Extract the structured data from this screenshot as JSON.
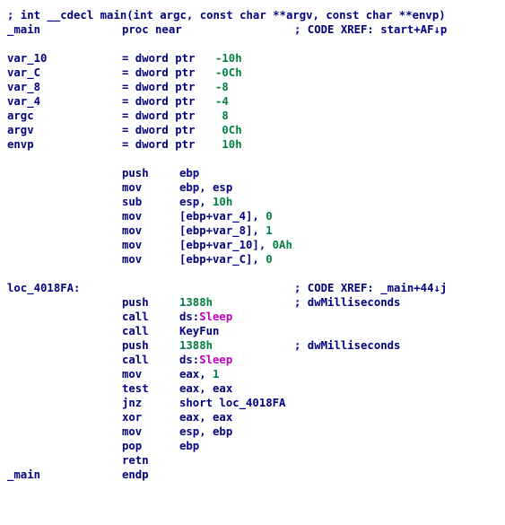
{
  "header_comment": "; int __cdecl main(int argc, const char **argv, const char **envp)",
  "proc": {
    "name": "_main",
    "directive": "proc near",
    "xref_prefix": "; CODE XREF: start+AF",
    "xref_arrow": "↓",
    "xref_suffix": "p"
  },
  "vars": [
    {
      "name": "var_10",
      "eq": "= dword ptr",
      "val": "-10h"
    },
    {
      "name": "var_C",
      "eq": "= dword ptr",
      "val": "-0Ch"
    },
    {
      "name": "var_8",
      "eq": "= dword ptr",
      "val": "-8"
    },
    {
      "name": "var_4",
      "eq": "= dword ptr",
      "val": "-4"
    },
    {
      "name": "argc",
      "eq": "= dword ptr",
      "val": " 8"
    },
    {
      "name": "argv",
      "eq": "= dword ptr",
      "val": " 0Ch"
    },
    {
      "name": "envp",
      "eq": "= dword ptr",
      "val": " 10h"
    }
  ],
  "prologue": [
    {
      "mn": "push",
      "op": [
        {
          "t": "ebp",
          "c": "blue"
        }
      ]
    },
    {
      "mn": "mov",
      "op": [
        {
          "t": "ebp, esp",
          "c": "blue"
        }
      ]
    },
    {
      "mn": "sub",
      "op": [
        {
          "t": "esp, ",
          "c": "blue"
        },
        {
          "t": "10h",
          "c": "green"
        }
      ]
    },
    {
      "mn": "mov",
      "op": [
        {
          "t": "[ebp+var_4], ",
          "c": "blue"
        },
        {
          "t": "0",
          "c": "green"
        }
      ]
    },
    {
      "mn": "mov",
      "op": [
        {
          "t": "[ebp+var_8], ",
          "c": "blue"
        },
        {
          "t": "1",
          "c": "green"
        }
      ]
    },
    {
      "mn": "mov",
      "op": [
        {
          "t": "[ebp+var_10], ",
          "c": "blue"
        },
        {
          "t": "0Ah",
          "c": "green"
        }
      ]
    },
    {
      "mn": "mov",
      "op": [
        {
          "t": "[ebp+var_C], ",
          "c": "blue"
        },
        {
          "t": "0",
          "c": "green"
        }
      ]
    }
  ],
  "loop": {
    "label": "loc_4018FA:",
    "xref_prefix": "; CODE XREF: _main+44",
    "xref_arrow": "↓",
    "xref_suffix": "j"
  },
  "body": [
    {
      "mn": "push",
      "op": [
        {
          "t": "1388h",
          "c": "green"
        }
      ],
      "cmt": "; dwMilliseconds"
    },
    {
      "mn": "call",
      "op": [
        {
          "t": "ds:",
          "c": "blue"
        },
        {
          "t": "Sleep",
          "c": "magenta"
        }
      ]
    },
    {
      "mn": "call",
      "op": [
        {
          "t": "KeyFun",
          "c": "blue"
        }
      ]
    },
    {
      "mn": "push",
      "op": [
        {
          "t": "1388h",
          "c": "green"
        }
      ],
      "cmt": "; dwMilliseconds"
    },
    {
      "mn": "call",
      "op": [
        {
          "t": "ds:",
          "c": "blue"
        },
        {
          "t": "Sleep",
          "c": "magenta"
        }
      ]
    },
    {
      "mn": "mov",
      "op": [
        {
          "t": "eax, ",
          "c": "blue"
        },
        {
          "t": "1",
          "c": "green"
        }
      ]
    },
    {
      "mn": "test",
      "op": [
        {
          "t": "eax, eax",
          "c": "blue"
        }
      ]
    },
    {
      "mn": "jnz",
      "op": [
        {
          "t": "short loc_4018FA",
          "c": "blue"
        }
      ]
    },
    {
      "mn": "xor",
      "op": [
        {
          "t": "eax, eax",
          "c": "blue"
        }
      ]
    },
    {
      "mn": "mov",
      "op": [
        {
          "t": "esp, ebp",
          "c": "blue"
        }
      ]
    },
    {
      "mn": "pop",
      "op": [
        {
          "t": "ebp",
          "c": "blue"
        }
      ]
    },
    {
      "mn": "retn",
      "op": []
    }
  ],
  "end": {
    "name": "_main",
    "directive": "endp"
  },
  "colors": {
    "text": "#000080",
    "number": "#008040",
    "import": "#c000c0",
    "background": "#ffffff"
  }
}
